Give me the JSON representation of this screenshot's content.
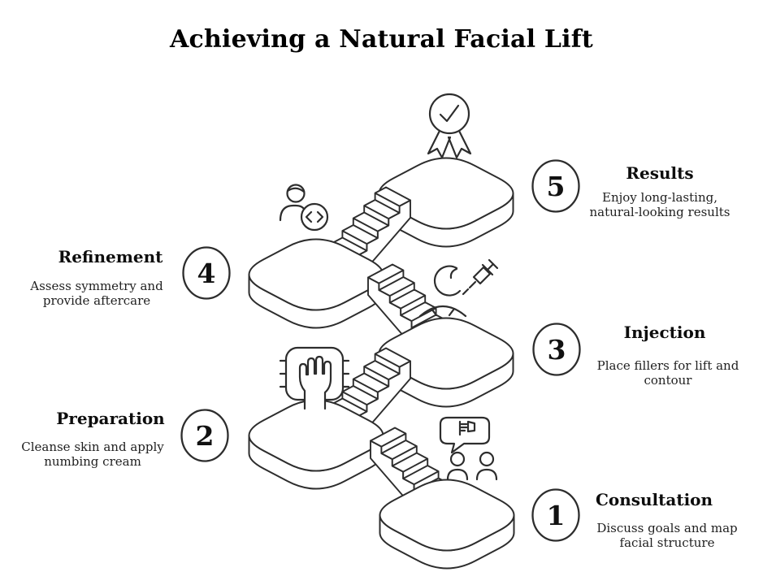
{
  "title": "Achieving a Natural Facial Lift",
  "steps": [
    {
      "number": "1",
      "label": "Consultation",
      "description": "Discuss goals and map\nfacial structure",
      "icon": "two-people-speech-bubble-icon"
    },
    {
      "number": "2",
      "label": "Preparation",
      "description": "Cleanse skin and apply\nnumbing cream",
      "icon": "hand-cleansing-pad-icon"
    },
    {
      "number": "3",
      "label": "Injection",
      "description": "Place fillers for lift and\ncontour",
      "icon": "face-syringe-icon"
    },
    {
      "number": "4",
      "label": "Refinement",
      "description": "Assess symmetry and\nprovide aftercare",
      "icon": "person-code-badge-icon"
    },
    {
      "number": "5",
      "label": "Results",
      "description": "Enjoy long-lasting,\nnatural-looking results",
      "icon": "award-medal-icon"
    }
  ],
  "colors": {
    "line": "#2d2d2d",
    "background": "#ffffff",
    "text": "#111111"
  }
}
